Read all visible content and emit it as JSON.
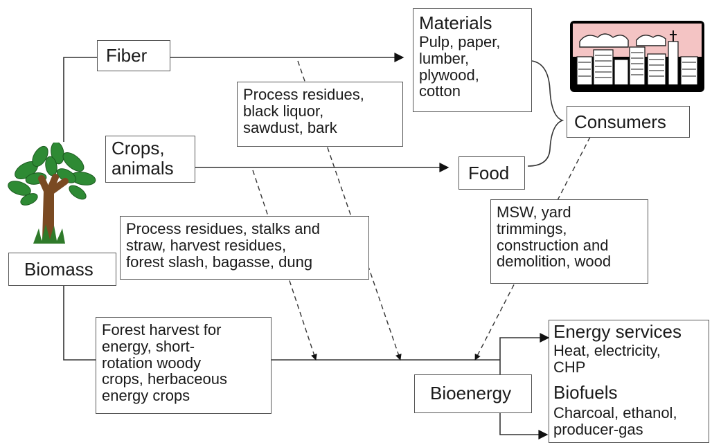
{
  "nodes": {
    "fiber": "Fiber",
    "crops": "Crops,\nanimals",
    "biomass": "Biomass",
    "food": "Food",
    "consumers": "Consumers",
    "bioenergy": "Bioenergy"
  },
  "materials": {
    "title": "Materials",
    "items": "Pulp, paper,\nlumber,\nplywood,\ncotton"
  },
  "residue_notes": {
    "fiber_residues": "Process residues,\nblack liquor,\nsawdust, bark",
    "crop_residues": "Process residues, stalks and\nstraw, harvest residues,\nforest slash, bagasse, dung",
    "municipal_waste": "MSW, yard\ntrimmings,\nconstruction and\ndemolition, wood",
    "energy_crops": "Forest harvest for\nenergy, short-\nrotation woody\ncrops, herbaceous\nenergy crops"
  },
  "outputs": {
    "energy_services_title": "Energy services",
    "energy_services_items": "Heat, electricity,\nCHP",
    "biofuels_title": "Biofuels",
    "biofuels_items": "Charcoal, ethanol,\nproducer-gas"
  },
  "colors": {
    "sky": "#f4c4c4",
    "building": "#111111",
    "tree_leaves": "#2e8a34",
    "trunk": "#7a4a22",
    "grass": "#2f7a2a"
  }
}
